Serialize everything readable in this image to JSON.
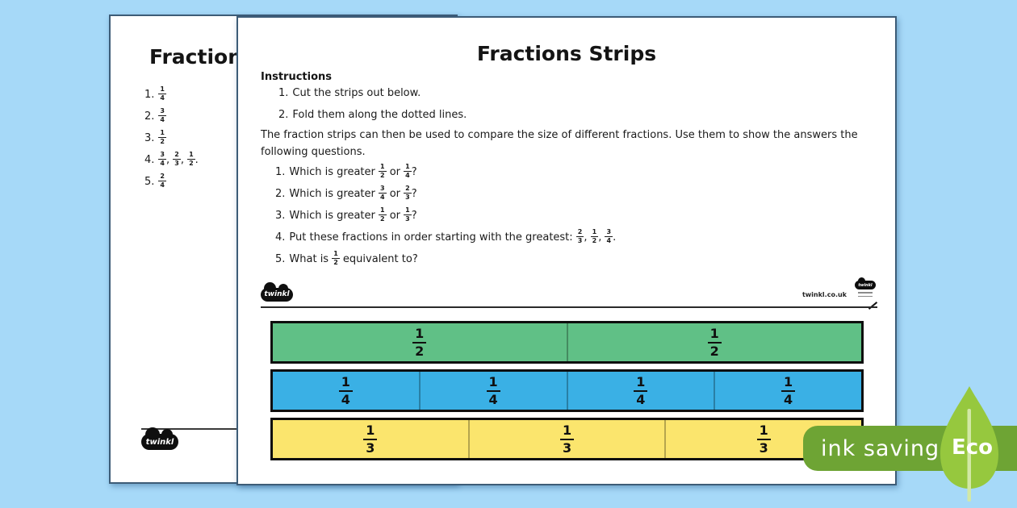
{
  "colors": {
    "background": "#a6d9f8",
    "strip_green": "#60c086",
    "strip_blue": "#3ab0e5",
    "strip_yellow": "#fbe56d",
    "badge_green": "#6ea434",
    "leaf_green": "#96c83e",
    "leaf_stem": "#d2e8a6"
  },
  "back_page": {
    "title": "Fractions Strips",
    "answers": [
      [
        {
          "f": {
            "n": "1",
            "d": "4"
          }
        }
      ],
      [
        {
          "f": {
            "n": "3",
            "d": "4"
          }
        }
      ],
      [
        {
          "f": {
            "n": "1",
            "d": "2"
          }
        }
      ],
      [
        {
          "f": {
            "n": "3",
            "d": "4"
          }
        },
        {
          "t": ", "
        },
        {
          "f": {
            "n": "2",
            "d": "3"
          }
        },
        {
          "t": ", "
        },
        {
          "f": {
            "n": "1",
            "d": "2"
          }
        },
        {
          "t": "."
        }
      ],
      [
        {
          "f": {
            "n": "2",
            "d": "4"
          }
        }
      ]
    ],
    "logo_text": "twinkl"
  },
  "front_page": {
    "title": "Fractions Strips",
    "instructions_heading": "Instructions",
    "instructions": [
      [
        {
          "t": "Cut the strips out below."
        }
      ],
      [
        {
          "t": "Fold them along the dotted lines."
        }
      ]
    ],
    "intro_text": "The fraction strips can then be used to compare the size of different fractions. Use them to show the answers the following questions.",
    "questions": [
      [
        {
          "t": "Which is greater "
        },
        {
          "f": {
            "n": "1",
            "d": "2"
          }
        },
        {
          "t": " or "
        },
        {
          "f": {
            "n": "1",
            "d": "4"
          }
        },
        {
          "t": "?"
        }
      ],
      [
        {
          "t": "Which is greater "
        },
        {
          "f": {
            "n": "3",
            "d": "4"
          }
        },
        {
          "t": " or "
        },
        {
          "f": {
            "n": "2",
            "d": "3"
          }
        },
        {
          "t": "?"
        }
      ],
      [
        {
          "t": "Which is greater "
        },
        {
          "f": {
            "n": "1",
            "d": "2"
          }
        },
        {
          "t": " or "
        },
        {
          "f": {
            "n": "1",
            "d": "3"
          }
        },
        {
          "t": "?"
        }
      ],
      [
        {
          "t": "Put these fractions in order starting with the greatest: "
        },
        {
          "f": {
            "n": "2",
            "d": "3"
          }
        },
        {
          "t": ", "
        },
        {
          "f": {
            "n": "1",
            "d": "2"
          }
        },
        {
          "t": ", "
        },
        {
          "f": {
            "n": "3",
            "d": "4"
          }
        },
        {
          "t": "."
        }
      ],
      [
        {
          "t": "What is "
        },
        {
          "f": {
            "n": "1",
            "d": "2"
          }
        },
        {
          "t": " equivalent to?"
        }
      ]
    ],
    "footer": {
      "logo_text": "twinkl",
      "site_text": "twinkl.co.uk",
      "badge_logo_text": "twinkl"
    },
    "strips": [
      {
        "name": "halves",
        "color_key": "strip_green",
        "cells": [
          {
            "n": "1",
            "d": "2"
          },
          {
            "n": "1",
            "d": "2"
          }
        ]
      },
      {
        "name": "quarters",
        "color_key": "strip_blue",
        "cells": [
          {
            "n": "1",
            "d": "4"
          },
          {
            "n": "1",
            "d": "4"
          },
          {
            "n": "1",
            "d": "4"
          },
          {
            "n": "1",
            "d": "4"
          }
        ]
      },
      {
        "name": "thirds",
        "color_key": "strip_yellow",
        "cells": [
          {
            "n": "1",
            "d": "3"
          },
          {
            "n": "1",
            "d": "3"
          },
          {
            "n": "1",
            "d": "3"
          }
        ]
      }
    ]
  },
  "eco": {
    "badge_label": "ink saving",
    "leaf_label": "Eco"
  }
}
